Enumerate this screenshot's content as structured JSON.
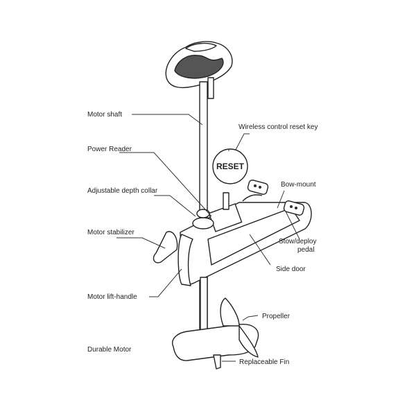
{
  "labels": {
    "motor_shaft": "Motor shaft",
    "wireless_reset": "Wireless control reset key",
    "reset_key": "RESET",
    "power_reader": "Power Reader",
    "depth_collar": "Adjustable depth collar",
    "bow_mount": "Bow-mount",
    "motor_stabilizer": "Motor stabilizer",
    "stow_pedal_line1": "Stow/deploy",
    "stow_pedal_line2": "pedal",
    "side_door": "Side door",
    "lift_handle": "Motor lift-handle",
    "propeller": "Propeller",
    "durable_motor": "Durable Motor",
    "replaceable_fin": "Replaceable  Fin"
  }
}
